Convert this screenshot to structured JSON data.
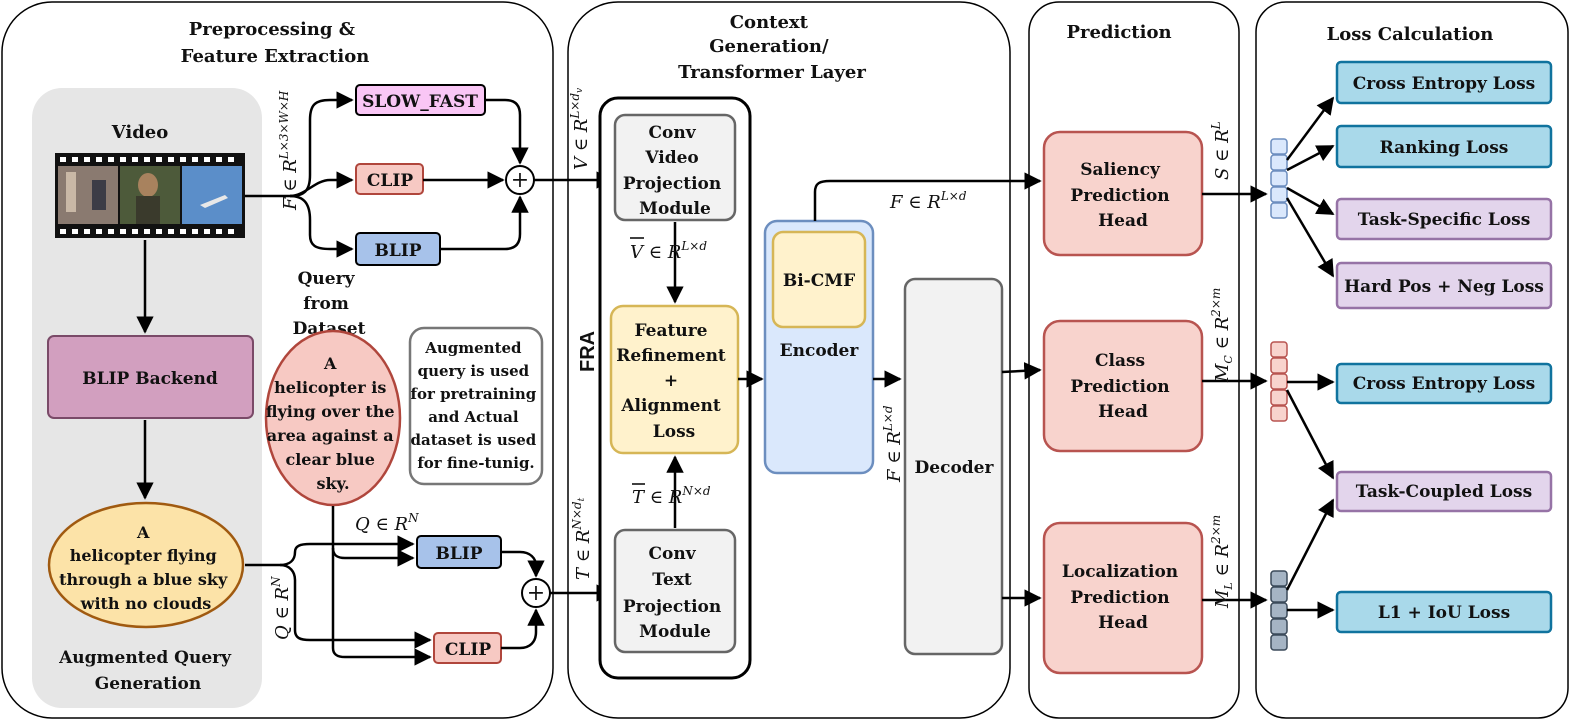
{
  "sections": {
    "preprocessing": [
      "Preprocessing &",
      "Feature Extraction"
    ],
    "context": [
      "Context",
      "Generation/",
      "Transformer Layer"
    ],
    "prediction": "Prediction",
    "loss": "Loss Calculation"
  },
  "video": {
    "label": "Video",
    "frame_colors": [
      "#8a7a70",
      "#4d5a3a",
      "#5b8ec9"
    ]
  },
  "extractors": {
    "slowfast": "SLOW_FAST",
    "clip": "CLIP",
    "blip": "BLIP"
  },
  "backend": "BLIP Backend",
  "augmented_query": {
    "text": [
      "A",
      "helicopter flying",
      "through a blue sky",
      "with no clouds"
    ],
    "caption": [
      "Augmented Query",
      "Generation"
    ]
  },
  "dataset_query": {
    "title": [
      "Query",
      "from",
      "Dataset"
    ],
    "text": [
      "A",
      "helicopter is",
      "flying over the",
      "area against a",
      "clear blue",
      "sky."
    ]
  },
  "note": [
    "Augmented",
    "query is used",
    "for pretraining",
    "and Actual",
    "dataset is used",
    "for fine-tunig."
  ],
  "fra": {
    "label": "FRA",
    "conv_video": [
      "Conv",
      "Video",
      "Projection",
      "Module"
    ],
    "refine": [
      "Feature",
      "Refinement",
      "+",
      "Alignment",
      "Loss"
    ],
    "conv_text": [
      "Conv",
      "Text",
      "Projection",
      "Module"
    ]
  },
  "encoder": {
    "bicmf": "Bi-CMF",
    "label": "Encoder"
  },
  "decoder": "Decoder",
  "heads": {
    "saliency": [
      "Saliency",
      "Prediction",
      "Head"
    ],
    "class": [
      "Class",
      "Prediction",
      "Head"
    ],
    "localization": [
      "Localization",
      "Prediction",
      "Head"
    ]
  },
  "losses": {
    "ce1": "Cross Entropy Loss",
    "ranking": "Ranking Loss",
    "task_specific": "Task-Specific Loss",
    "hard": "Hard Pos + Neg Loss",
    "ce2": "Cross Entropy Loss",
    "task_coupled": "Task-Coupled Loss",
    "l1": "L1 + IoU Loss"
  },
  "math": {
    "f_in": "F ∈ R",
    "f_in_sup": "L×3×W×H",
    "v": "V ∈ R",
    "v_sup": "L×d",
    "v_sub": "v",
    "vbar": "V ∈ R",
    "vbar_sup": "L×d",
    "tbar": "T ∈ R",
    "tbar_sup": "N×d",
    "t": "T ∈ R",
    "t_sup": "N×d",
    "t_sub": "t",
    "q1": "Q ∈ R",
    "q1_sup": "N",
    "q2": "Q ∈ R",
    "q2_sup": "N",
    "f_enc": "F ∈ R",
    "f_enc_sup": "L×d",
    "f_dec": "F ∈ R",
    "f_dec_sup": "L×d",
    "s": "S ∈ R",
    "s_sup": "L",
    "mc": "M",
    "mc_sub": "C",
    "mc_rest": " ∈ R",
    "mc_sup": "2×m",
    "ml": "M",
    "ml_sub": "L",
    "ml_rest": " ∈ R",
    "ml_sup": "2×m",
    "plus": "+"
  },
  "colors": {
    "blue_loss": "#a9d9ea",
    "purple_loss": "#e3d5ec",
    "red_head": "#f8d3cd",
    "yellow": "#fff2cc",
    "encoder": "#dae8fc",
    "slowfast": "#f9c6f5",
    "blip": "#a7c2ea",
    "clip": "#f7c9c3",
    "backend": "#d29fbf",
    "aug_query": "#fce3a8",
    "dataset_query": "#f7c9c3",
    "grey": "#e6e6e6"
  }
}
